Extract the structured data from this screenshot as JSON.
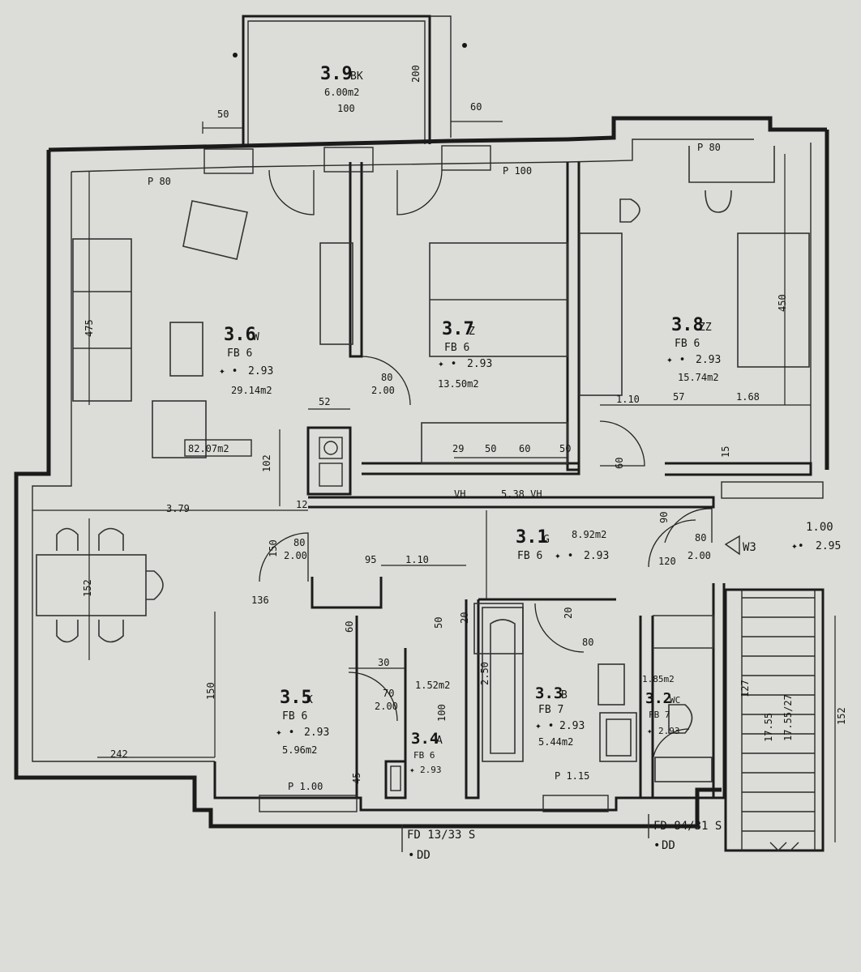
{
  "rooms": [
    {
      "key": "r36",
      "id": "3.6",
      "code": "W",
      "floor": "FB 6",
      "height": "2.93",
      "area": "29.14m2"
    },
    {
      "key": "r37",
      "id": "3.7",
      "code": "Z",
      "floor": "FB 6",
      "height": "2.93",
      "area": "13.50m2"
    },
    {
      "key": "r38",
      "id": "3.8",
      "code": "ZZ",
      "floor": "FB 6",
      "height": "2.93",
      "area": "15.74m2"
    },
    {
      "key": "r39",
      "id": "3.9",
      "code": "BK",
      "floor": "",
      "height": "",
      "area": "6.00m2"
    },
    {
      "key": "r31",
      "id": "3.1",
      "code": "G",
      "floor": "FB 6",
      "height": "2.93",
      "area": "8.92m2"
    },
    {
      "key": "r35",
      "id": "3.5",
      "code": "K",
      "floor": "FB 6",
      "height": "2.93",
      "area": "5.96m2"
    },
    {
      "key": "r34",
      "id": "3.4",
      "code": "A",
      "floor": "FB 6",
      "height": "2.93",
      "area": "1.52m2"
    },
    {
      "key": "r33",
      "id": "3.3",
      "code": "B",
      "floor": "FB 7",
      "height": "2.93",
      "area": "5.44m2"
    },
    {
      "key": "r32",
      "id": "3.2",
      "code": "WC",
      "floor": "FB 7",
      "height": "2.93",
      "area": "1.85m2"
    }
  ],
  "total_area": "82.07m2",
  "w3": {
    "label": "W3",
    "dim": "1.00",
    "height": "2.95"
  },
  "doors_notes": {
    "fd1_top": "FD 13/33 S",
    "fd1_bottom": "DD",
    "fd2_top": "FD 84/31 S",
    "fd2_bottom": "DD"
  },
  "dimensions": {
    "p80_left": "P 80",
    "p100_top": "P 100",
    "p80_right": "P 80",
    "p100_bottom": "P 1.00",
    "p115_bottom": "P 1.15",
    "d50_top": "50",
    "d60_top": "60",
    "d100_balcony": "100",
    "d200_balcony": "200",
    "d475": "475",
    "d450": "450",
    "d152_left": "152",
    "d152_right": "152",
    "d379": "3.79",
    "d242": "242",
    "d136": "136",
    "d150_k": "150",
    "d102": "102",
    "d52": "52",
    "d12": "12",
    "d150_hall": "150",
    "d95": "95",
    "d110_hall": "1.10",
    "d110_r38": "1.10",
    "d168": "1.68",
    "d57": "57",
    "d80_200_a": "80",
    "d80_200_b": "2.00",
    "d80_200_c": "80",
    "d80_200_d": "2.00",
    "d29": "29",
    "d50_r37": "50",
    "d60_r37": "60",
    "d50_r37b": "50",
    "d538": "5.38 VH",
    "vh": "VH",
    "d90": "90",
    "d80_200_e": "80",
    "d80_200_f": "2.00",
    "d70_200": "70",
    "d70_200b": "2.00",
    "d250": "2.50",
    "d80_bath": "80",
    "d127": "127",
    "d1755": "17.55",
    "d1755b": "17.55/27",
    "p100_wc": "P 1.00",
    "d45": "45",
    "d60_k": "60",
    "d50_k": "50",
    "d30_a": "30",
    "d100_a": "100",
    "d20_b": "20",
    "d60_door": "60",
    "d15": "15",
    "d20": "20",
    "d120_wc": "120"
  }
}
